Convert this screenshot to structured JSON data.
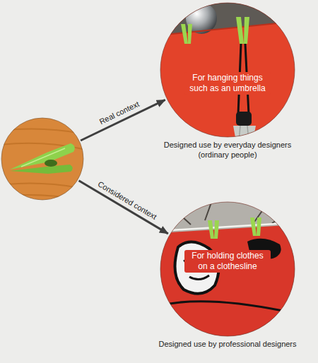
{
  "diagram": {
    "nodes": [
      {
        "text": []
      },
      {
        "text": [
          "For hanging things such as an umbrella",
          "Designed use by everyday designers (ordinary people)"
        ]
      },
      {
        "text": [
          "For holding clothes on a clothesline",
          "Designed use by professional designers"
        ]
      }
    ],
    "edges": [
      {
        "from": 0,
        "to": 1,
        "label": "Real context",
        "arrow": "to"
      },
      {
        "from": 0,
        "to": 2,
        "label": "Considered context",
        "arrow": "to"
      }
    ]
  }
}
